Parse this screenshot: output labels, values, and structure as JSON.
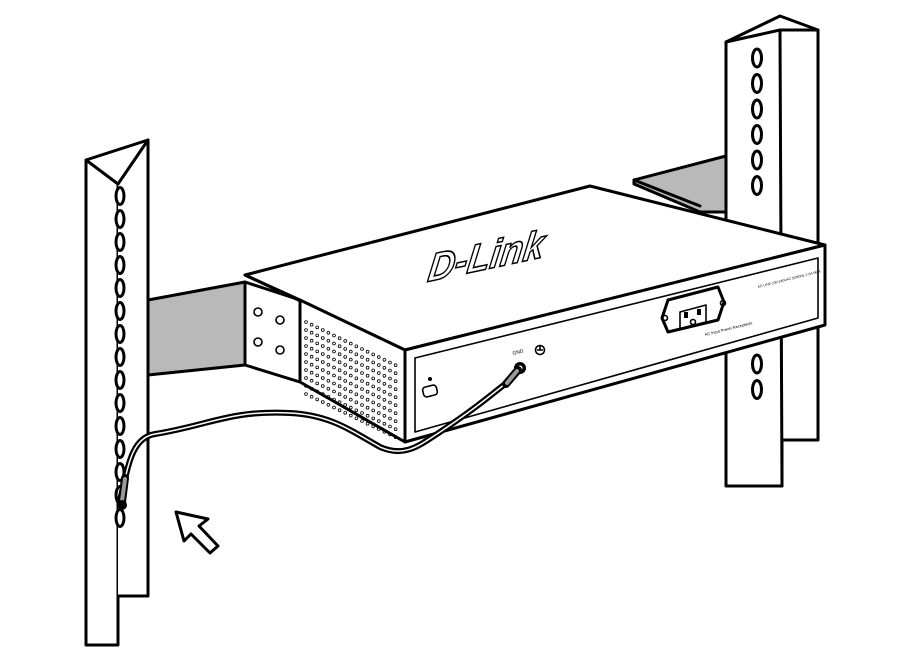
{
  "figure": {
    "brand_logo_text": "D-Link",
    "front_panel_label": "AC Input Power Receptacle",
    "power_rating_label": "AC LINE 100-240VAC 50/60Hz 1.0A MAX",
    "ground_screw_label": "GND"
  },
  "icons": {
    "arrow": "hollow-arrow-icon",
    "ground": "ground-symbol-icon",
    "lock": "kensington-lock-slot-icon"
  },
  "colors": {
    "line": "#000000",
    "bracket_fill": "#b9b9b9",
    "background": "#ffffff"
  }
}
